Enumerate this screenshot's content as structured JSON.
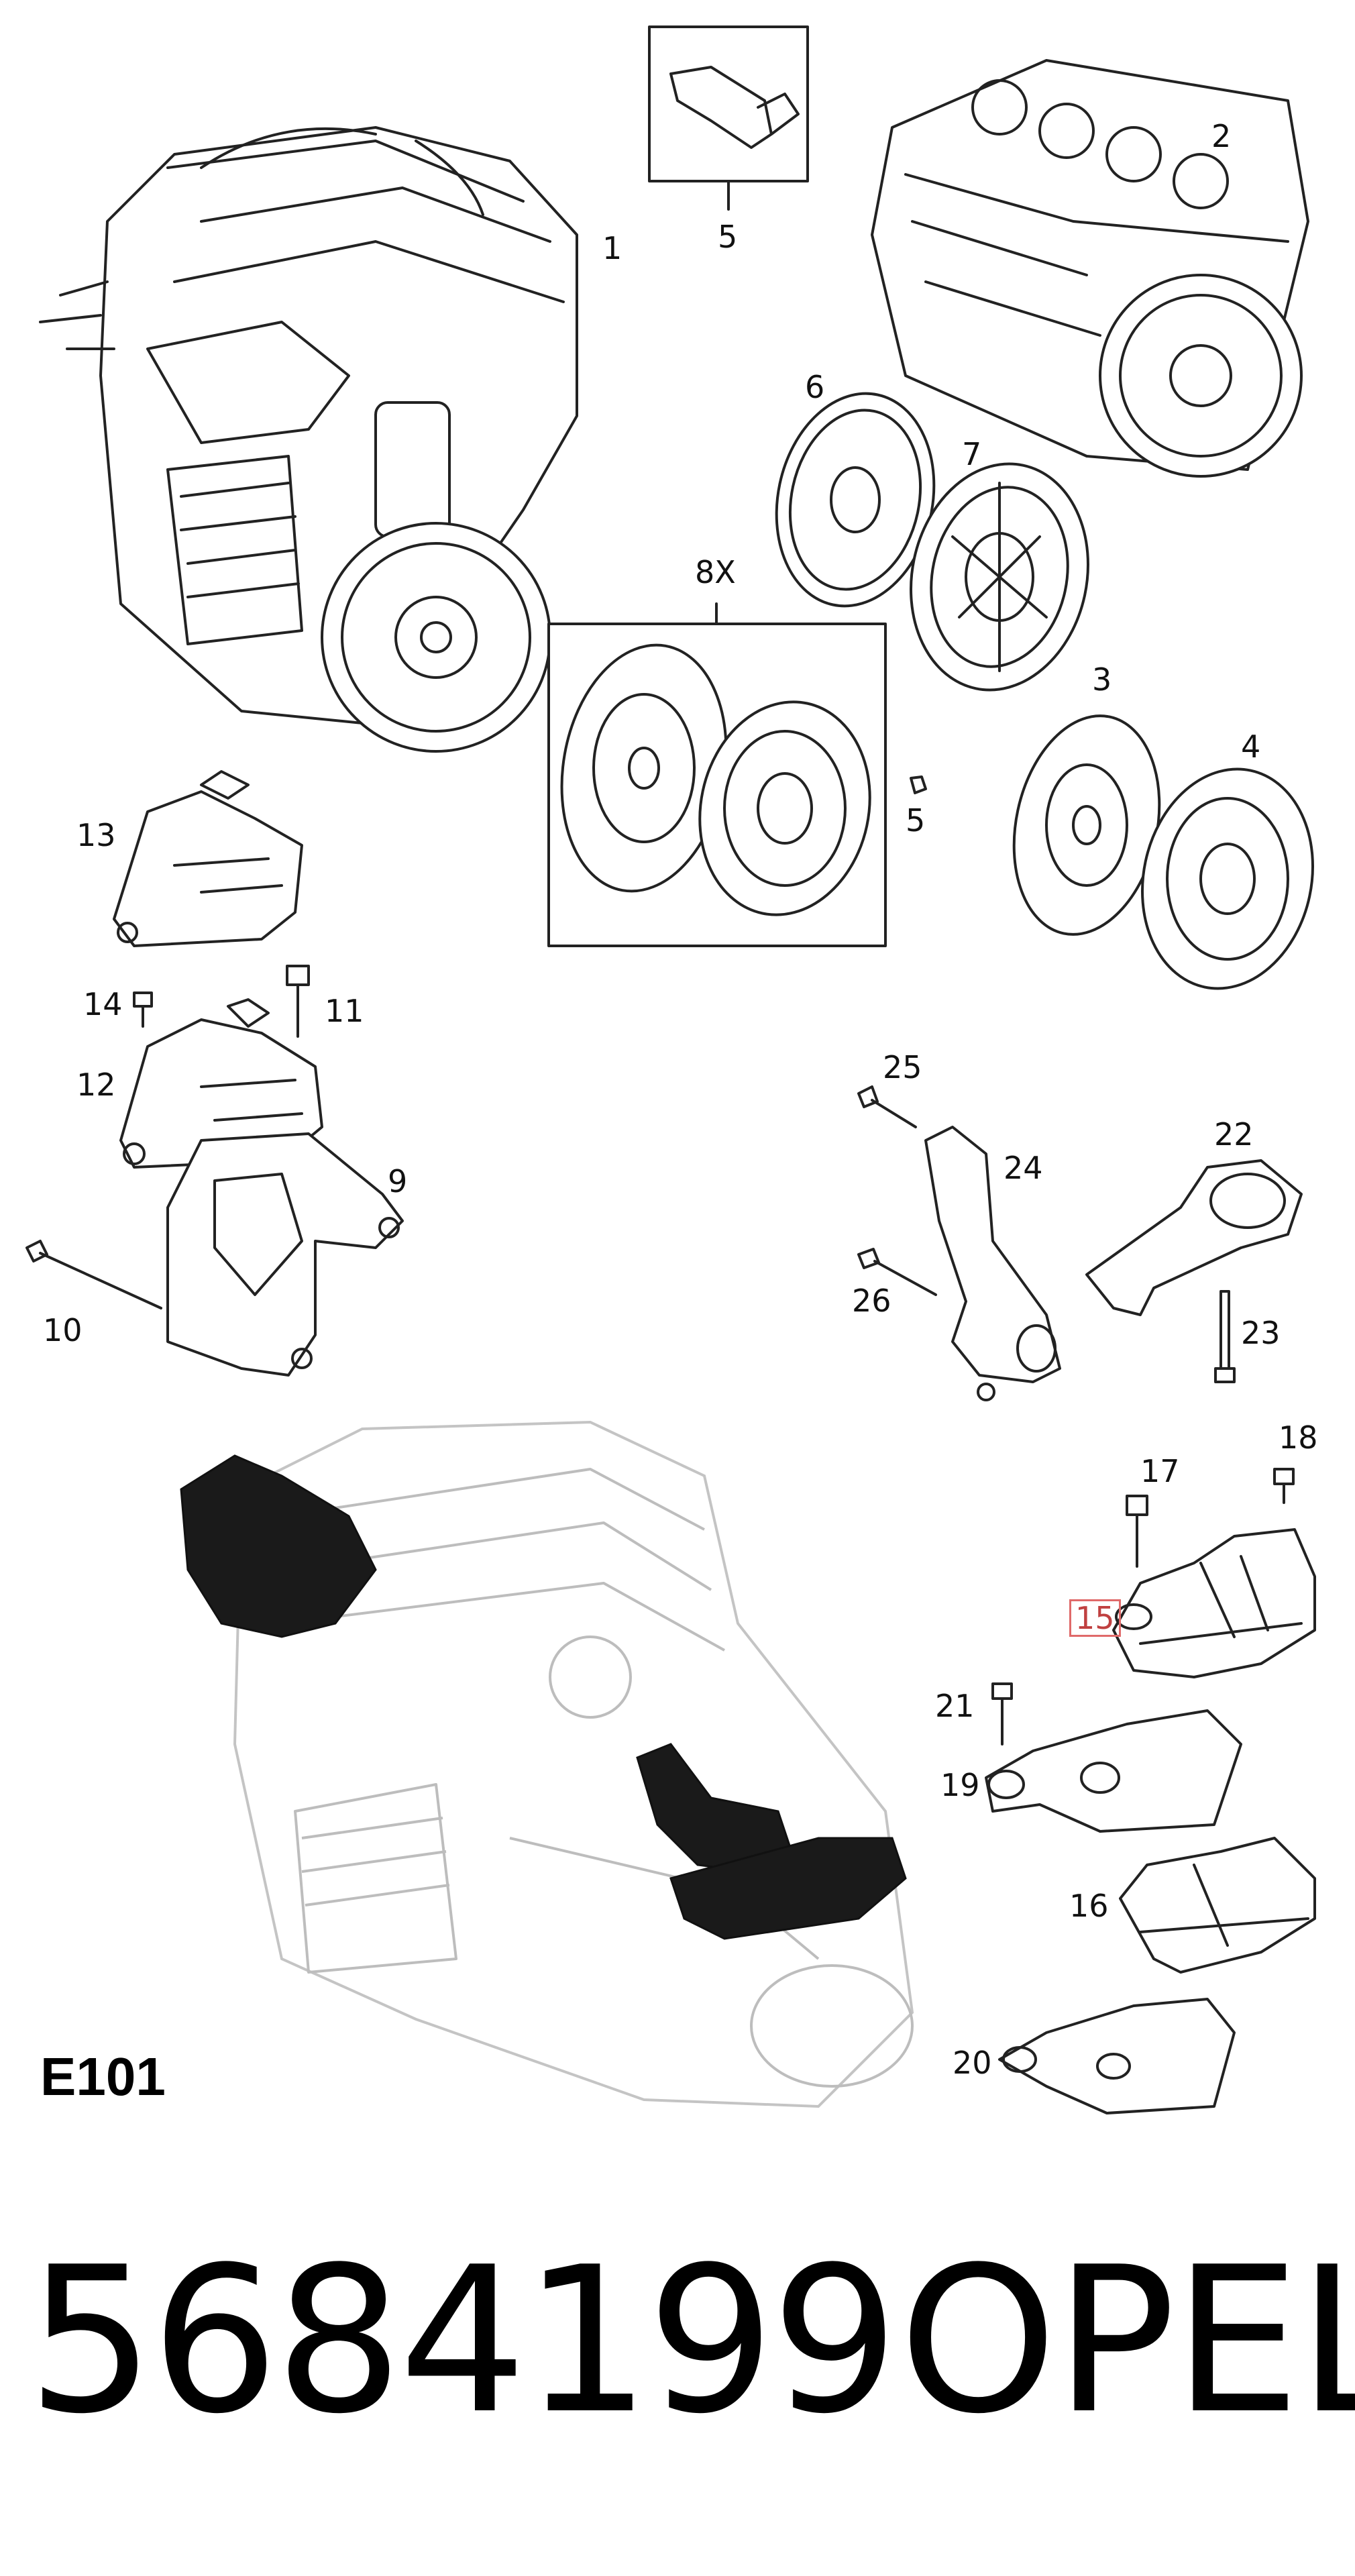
{
  "diagram": {
    "callouts": [
      "1",
      "2",
      "3",
      "4",
      "5",
      "5",
      "6",
      "7",
      "8X",
      "9",
      "10",
      "11",
      "12",
      "13",
      "14",
      "15",
      "16",
      "17",
      "18",
      "19",
      "20",
      "21",
      "22",
      "23",
      "24",
      "25",
      "26"
    ],
    "highlighted_callout": "15",
    "highlight_color": "#e06a6a",
    "section_code": "E101"
  },
  "footer": {
    "part_number": "5684199",
    "brand": "OPEL"
  }
}
